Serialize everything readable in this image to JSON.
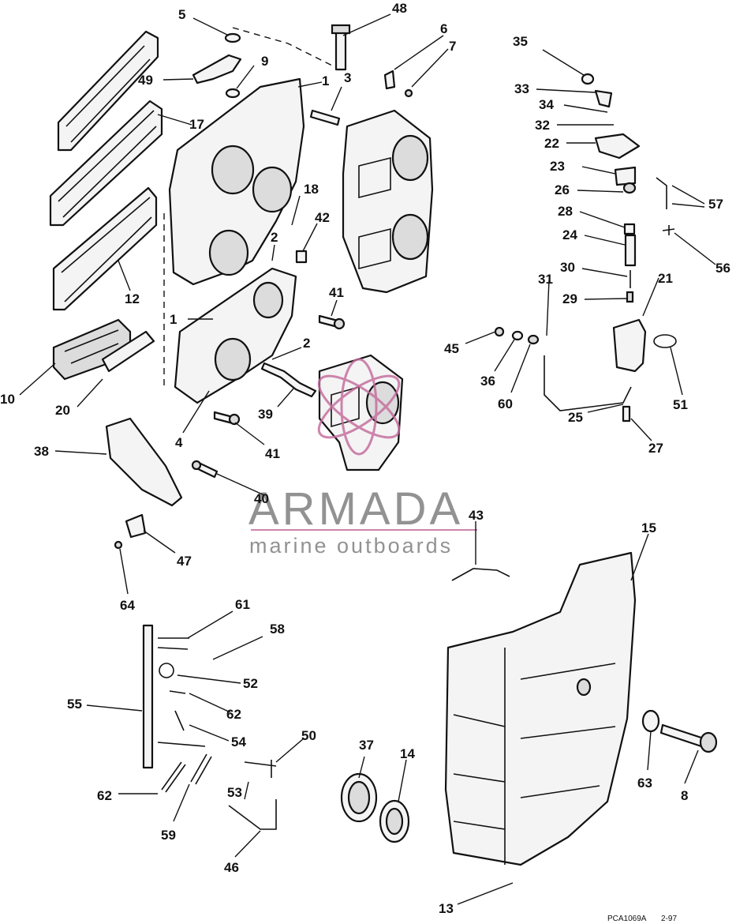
{
  "watermark": {
    "brand": "ARMADA",
    "tagline": "marine outboards"
  },
  "drawing_code": "PCA1069A",
  "drawing_date": "2-97",
  "callouts": [
    "5",
    "48",
    "6",
    "7",
    "9",
    "49",
    "1",
    "3",
    "17",
    "35",
    "33",
    "34",
    "32",
    "22",
    "23",
    "26",
    "28",
    "24",
    "30",
    "29",
    "21",
    "31",
    "57",
    "56",
    "18",
    "42",
    "2",
    "12",
    "41",
    "1",
    "2",
    "45",
    "36",
    "60",
    "10",
    "20",
    "4",
    "39",
    "41",
    "25",
    "27",
    "51",
    "38",
    "40",
    "43",
    "15",
    "47",
    "64",
    "61",
    "58",
    "52",
    "62",
    "55",
    "54",
    "50",
    "37",
    "14",
    "62",
    "53",
    "63",
    "8",
    "59",
    "46",
    "13"
  ]
}
